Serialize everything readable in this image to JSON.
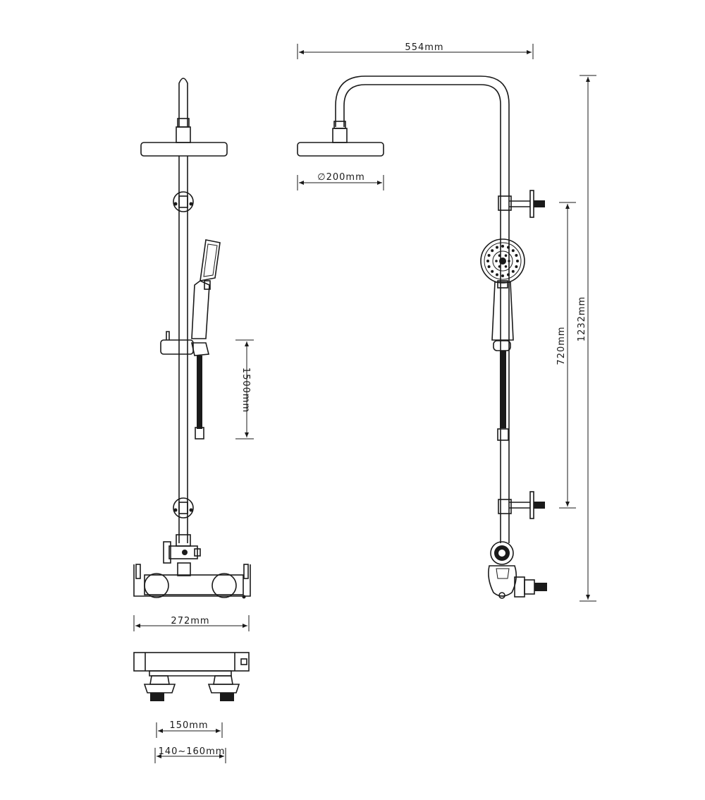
{
  "dimensions": {
    "head_span": "554mm",
    "head_diameter": "∅200mm",
    "total_height": "1232mm",
    "bracket_spacing": "720mm",
    "hose_length": "1500mm",
    "valve_width": "272mm",
    "inlet_centers": "150mm",
    "inlet_range": "140~160mm"
  },
  "colors": {
    "line": "#1a1a1a",
    "background": "#ffffff"
  }
}
